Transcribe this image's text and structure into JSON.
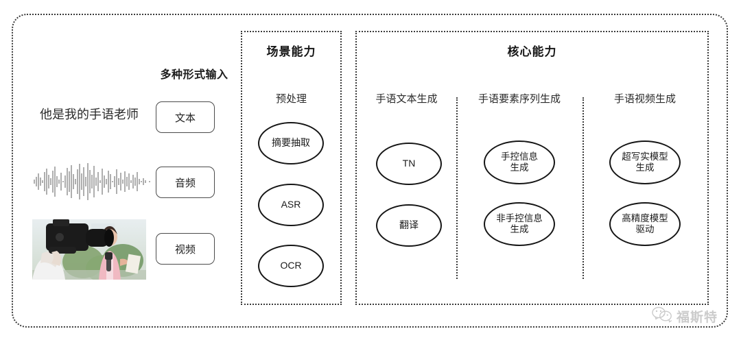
{
  "diagram": {
    "input_column": {
      "heading": "多种形式输入",
      "sample_text": "他是我的手语老师",
      "waveform_label": "audio-waveform",
      "video_label": "video-thumbnail",
      "buttons": [
        {
          "label": "文本"
        },
        {
          "label": "音频"
        },
        {
          "label": "视频"
        }
      ]
    },
    "scene_panel": {
      "title": "场景能力",
      "columns": [
        {
          "title": "预处理",
          "nodes": [
            "摘要抽取",
            "ASR",
            "OCR"
          ]
        }
      ]
    },
    "core_panel": {
      "title": "核心能力",
      "columns": [
        {
          "title": "手语文本生成",
          "nodes": [
            "TN",
            "翻译"
          ]
        },
        {
          "title": "手语要素序列生成",
          "nodes": [
            "手控信息\n生成",
            "非手控信息\n生成"
          ]
        },
        {
          "title": "手语视频生成",
          "nodes": [
            "超写实模型\n生成",
            "高精度模型\n驱动"
          ]
        }
      ]
    },
    "watermark": {
      "text": "福斯特",
      "icon": "wechat-icon"
    },
    "colors": {
      "border": "#3a3a3a",
      "node_border": "#151515",
      "text": "#1a1a1a",
      "background": "#ffffff"
    }
  }
}
